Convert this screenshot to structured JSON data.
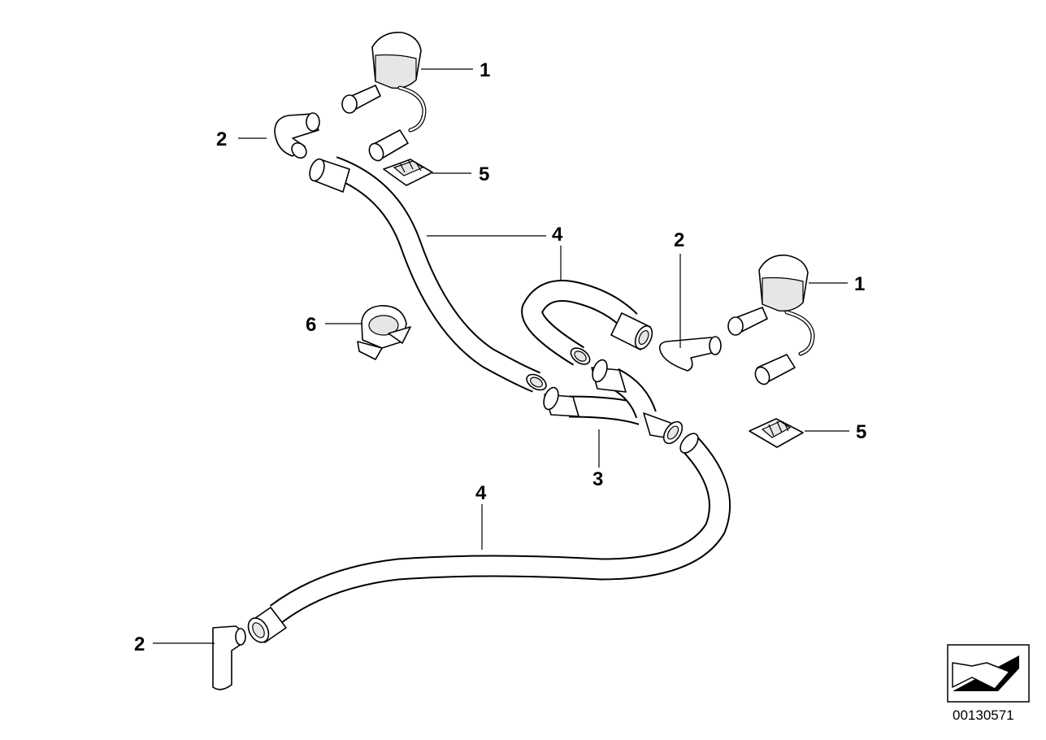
{
  "callouts": {
    "nozzle_top": "1",
    "nozzle_right": "1",
    "elbow_top_left": "2",
    "elbow_middle": "2",
    "elbow_bottom": "2",
    "y_piece": "3",
    "hose_upper": "4",
    "hose_loop": "4",
    "hose_lower": "4",
    "clip_top": "5",
    "clip_right": "5",
    "hose_clamp": "6"
  },
  "reference_number": "00130571"
}
